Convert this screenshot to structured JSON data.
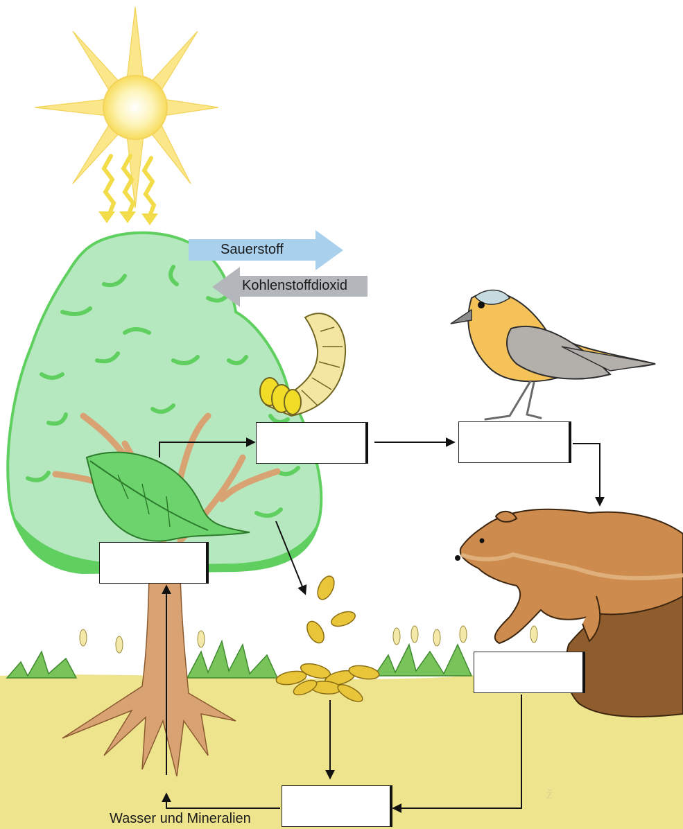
{
  "labels": {
    "oxygen": "Sauerstoff",
    "carbon_dioxide": "Kohlenstoffdioxid",
    "water_minerals": "Wasser und Mineralien"
  },
  "colors": {
    "sun": "#fbe78a",
    "tree_crown": "#b6e8bf",
    "tree_outline": "#5fcf5f",
    "trunk": "#d8a272",
    "ground": "#efe48e",
    "grass": "#78c45a",
    "oxygen_arrow": "#a9d1ee",
    "co2_arrow": "#b3b6ba",
    "bird_body": "#f4c258",
    "bird_wing": "#b3afab",
    "marten": "#cd8b4d",
    "leaves": "#e9c53a",
    "caterpillar": "#f2e6a2"
  },
  "answer_boxes": [
    {
      "role": "producer-leaf"
    },
    {
      "role": "caterpillar"
    },
    {
      "role": "bird"
    },
    {
      "role": "marten"
    },
    {
      "role": "decomposer"
    }
  ]
}
